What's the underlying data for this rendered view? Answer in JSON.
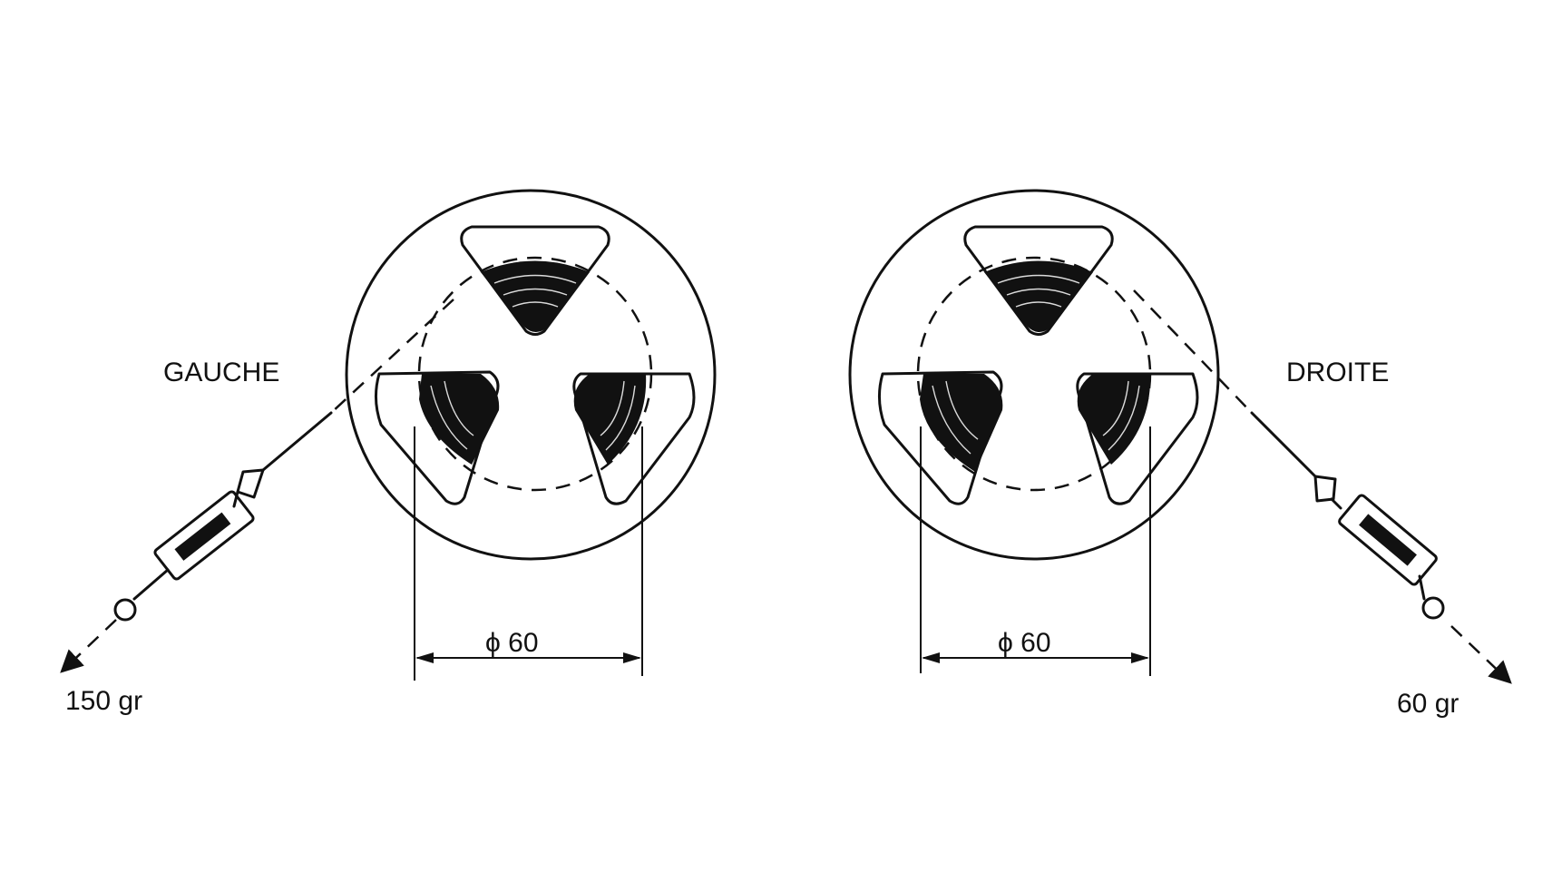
{
  "reels": [
    {
      "side_label": "GAUCHE",
      "diameter_label": "ϕ 60",
      "weight_label": "150 gr"
    },
    {
      "side_label": "DROITE",
      "diameter_label": "ϕ 60",
      "weight_label": "60 gr"
    }
  ],
  "colors": {
    "ink": "#111111",
    "paper": "#ffffff"
  },
  "icons": [
    "reel-icon",
    "spring-scale-icon",
    "arrow-icon",
    "ring-icon"
  ]
}
